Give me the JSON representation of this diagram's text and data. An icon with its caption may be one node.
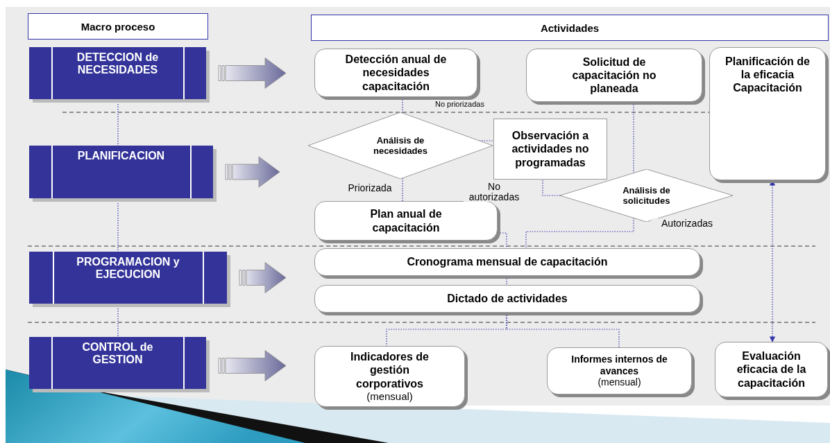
{
  "diagram": {
    "nodes": [
      {
        "text": [
          "Macro proceso"
        ]
      },
      {
        "text": [
          "Actividades"
        ]
      },
      {
        "text": [
          "DETECCION  de NECESIDADES"
        ]
      },
      {
        "text": [
          "Detección anual de necesidades capacitación"
        ]
      },
      {
        "text": [
          "Solicitud de capacitación no planeada"
        ]
      },
      {
        "text": [
          "Planificación de la eficacia Capacitación"
        ]
      },
      {
        "text": [
          "Análisis de necesidades"
        ]
      },
      {
        "text": [
          "Observación a actividades no programadas"
        ]
      },
      {
        "text": [
          "PLANIFICACION"
        ]
      },
      {
        "text": [
          "Análisis de solicitudes"
        ]
      },
      {
        "text": [
          "Plan anual de capacitación"
        ]
      },
      {
        "text": [
          "PROGRAMACION y EJECUCION"
        ]
      },
      {
        "text": [
          "Cronograma mensual de capacitación"
        ]
      },
      {
        "text": [
          "Dictado de actividades"
        ]
      },
      {
        "text": [
          "CONTROL de GESTION"
        ]
      },
      {
        "text": [
          "Indicadores de gestión corporativos",
          "(mensual)"
        ]
      },
      {
        "text": [
          "Informes internos de avances",
          "(mensual)"
        ]
      },
      {
        "text": [
          "Evaluación eficacia de la capacitación"
        ]
      }
    ],
    "edges": [
      {
        "from": 2,
        "to": 8,
        "arrow": "none"
      },
      {
        "from": 8,
        "to": 11,
        "arrow": "none"
      },
      {
        "from": 11,
        "to": 14,
        "arrow": "none"
      },
      {
        "from": 2,
        "to": 3,
        "arrow": "to",
        "style": "thick",
        "color": "#6a6a9a"
      },
      {
        "from": 8,
        "to": 6,
        "arrow": "to",
        "style": "thick",
        "color": "#6a6a9a"
      },
      {
        "from": 11,
        "to": 12,
        "arrow": "to",
        "style": "thick",
        "color": "#6a6a9a"
      },
      {
        "from": 14,
        "to": 15,
        "arrow": "to",
        "style": "thick",
        "color": "#6a6a9a"
      },
      {
        "from": 3,
        "to": 6,
        "arrow": "none"
      },
      {
        "from": 6,
        "to": 7,
        "arrow": "none"
      },
      {
        "from": 6,
        "to": 10,
        "arrow": "none",
        "label": "Priorizada"
      },
      {
        "from": 4,
        "to": 9,
        "arrow": "none"
      },
      {
        "from": 9,
        "to": 7,
        "arrow": "none",
        "label": "No autorizadas"
      },
      {
        "from": 9,
        "to": 12,
        "arrow": "none",
        "label": "Autorizadas"
      },
      {
        "from": 10,
        "to": 12,
        "arrow": "none"
      },
      {
        "from": 12,
        "to": 13,
        "arrow": "none"
      },
      {
        "from": 13,
        "to": 15,
        "arrow": "none"
      },
      {
        "from": 13,
        "to": 16,
        "arrow": "none"
      },
      {
        "from": 5,
        "to": 17,
        "arrow": "both"
      }
    ],
    "labels": [
      "No priorizadas"
    ]
  }
}
